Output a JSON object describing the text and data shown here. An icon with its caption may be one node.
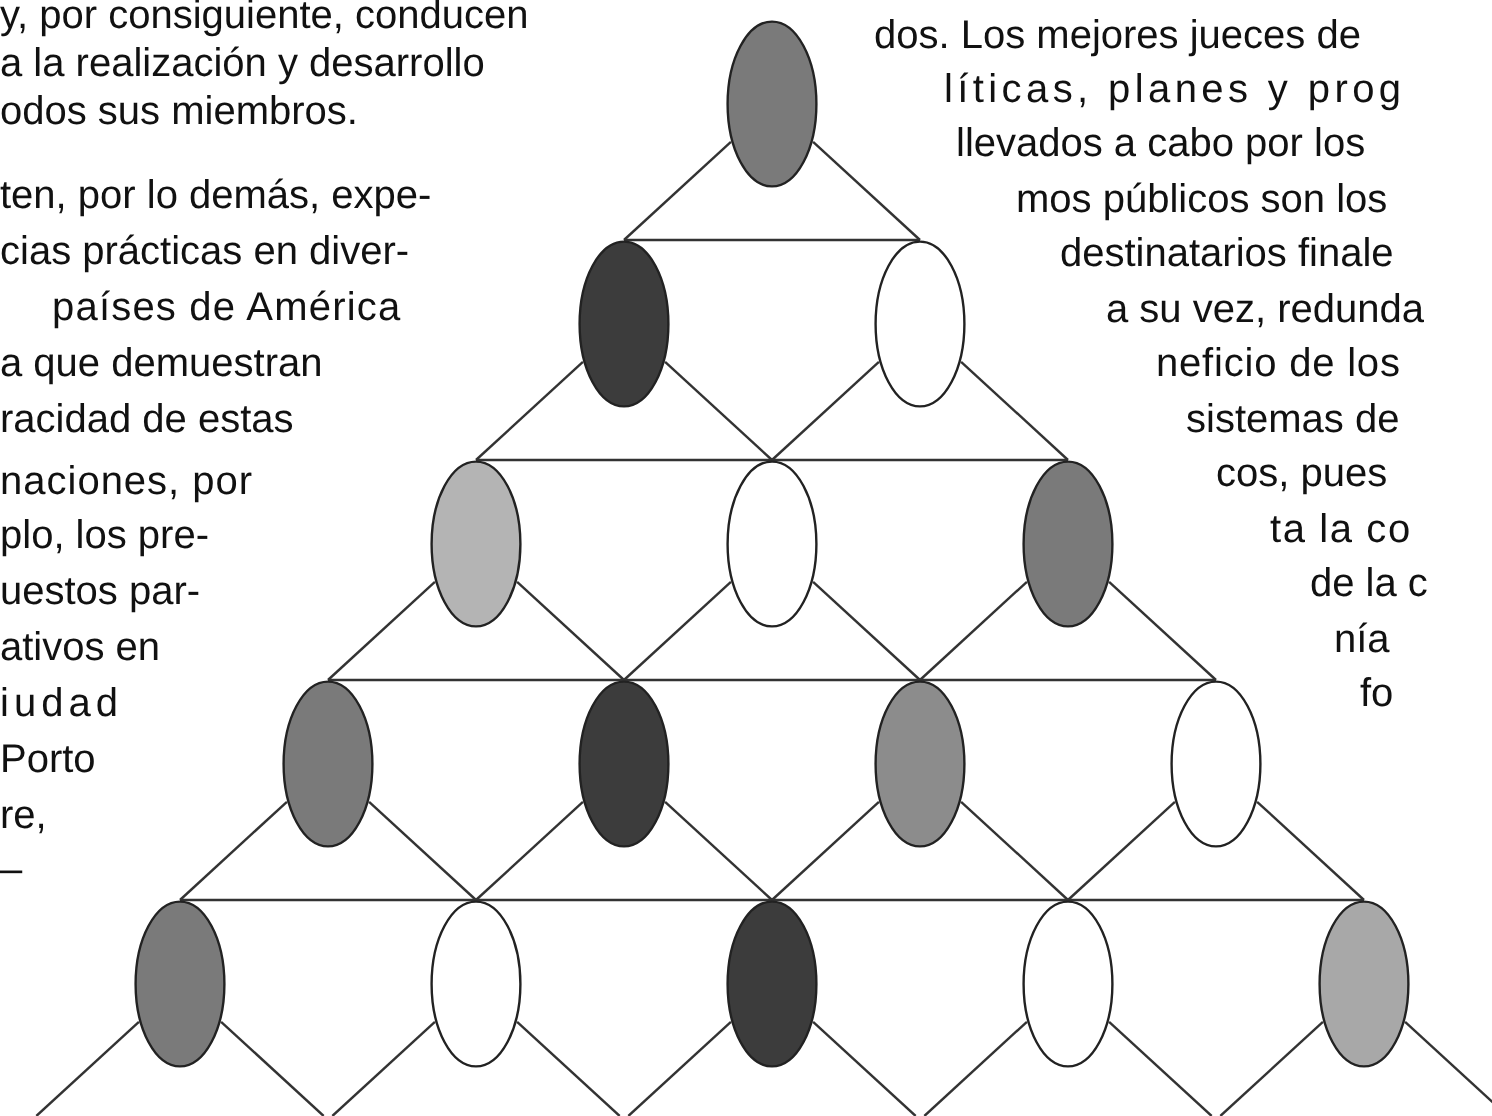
{
  "diagram": {
    "nodes": [
      {
        "text": [],
        "shape": "ellipse"
      },
      {
        "text": [],
        "shape": "ellipse"
      },
      {
        "text": [],
        "shape": "ellipse"
      },
      {
        "text": [],
        "shape": "ellipse"
      },
      {
        "text": [],
        "shape": "ellipse"
      },
      {
        "text": [],
        "shape": "ellipse"
      },
      {
        "text": [],
        "shape": "ellipse"
      },
      {
        "text": [],
        "shape": "ellipse"
      },
      {
        "text": [],
        "shape": "ellipse"
      },
      {
        "text": [],
        "shape": "ellipse"
      },
      {
        "text": [],
        "shape": "ellipse"
      },
      {
        "text": [],
        "shape": "ellipse"
      },
      {
        "text": [],
        "shape": "ellipse"
      },
      {
        "text": [],
        "shape": "ellipse"
      },
      {
        "text": [],
        "shape": "ellipse"
      }
    ],
    "edges": [
      {
        "from": 0,
        "to": 1,
        "arrow": "none"
      },
      {
        "from": 0,
        "to": 2,
        "arrow": "none"
      },
      {
        "from": 1,
        "to": 2,
        "arrow": "none"
      },
      {
        "from": 1,
        "to": 3,
        "arrow": "none"
      },
      {
        "from": 1,
        "to": 4,
        "arrow": "none"
      },
      {
        "from": 2,
        "to": 4,
        "arrow": "none"
      },
      {
        "from": 2,
        "to": 5,
        "arrow": "none"
      },
      {
        "from": 3,
        "to": 4,
        "arrow": "none"
      },
      {
        "from": 4,
        "to": 5,
        "arrow": "none"
      },
      {
        "from": 3,
        "to": 6,
        "arrow": "none"
      },
      {
        "from": 3,
        "to": 7,
        "arrow": "none"
      },
      {
        "from": 4,
        "to": 7,
        "arrow": "none"
      },
      {
        "from": 4,
        "to": 8,
        "arrow": "none"
      },
      {
        "from": 5,
        "to": 8,
        "arrow": "none"
      },
      {
        "from": 5,
        "to": 9,
        "arrow": "none"
      },
      {
        "from": 6,
        "to": 7,
        "arrow": "none"
      },
      {
        "from": 7,
        "to": 8,
        "arrow": "none"
      },
      {
        "from": 8,
        "to": 9,
        "arrow": "none"
      },
      {
        "from": 6,
        "to": 10,
        "arrow": "none"
      },
      {
        "from": 6,
        "to": 11,
        "arrow": "none"
      },
      {
        "from": 7,
        "to": 11,
        "arrow": "none"
      },
      {
        "from": 7,
        "to": 12,
        "arrow": "none"
      },
      {
        "from": 8,
        "to": 12,
        "arrow": "none"
      },
      {
        "from": 8,
        "to": 13,
        "arrow": "none"
      },
      {
        "from": 9,
        "to": 13,
        "arrow": "none"
      },
      {
        "from": 9,
        "to": 14,
        "arrow": "none"
      },
      {
        "from": 10,
        "to": 11,
        "arrow": "none"
      },
      {
        "from": 11,
        "to": 12,
        "arrow": "none"
      },
      {
        "from": 12,
        "to": 13,
        "arrow": "none"
      },
      {
        "from": 13,
        "to": 14,
        "arrow": "none"
      },
      {
        "from": 10,
        "to": null,
        "arrow": "none"
      },
      {
        "from": 10,
        "to": null,
        "arrow": "none"
      },
      {
        "from": 11,
        "to": null,
        "arrow": "none"
      },
      {
        "from": 11,
        "to": null,
        "arrow": "none"
      },
      {
        "from": 12,
        "to": null,
        "arrow": "none"
      },
      {
        "from": 12,
        "to": null,
        "arrow": "none"
      },
      {
        "from": 13,
        "to": null,
        "arrow": "none"
      },
      {
        "from": 13,
        "to": null,
        "arrow": "none"
      },
      {
        "from": 14,
        "to": null,
        "arrow": "none"
      },
      {
        "from": 14,
        "to": null,
        "arrow": "none"
      }
    ],
    "labels": [
      "y, por consiguiente, conducen",
      "a la realización y desarrollo",
      "odos sus miembros.",
      "ten, por lo demás, expe-",
      "cias prácticas en diver-",
      "países de América",
      "a que demuestran",
      "racidad de estas",
      "naciones, por",
      "plo, los pre-",
      "uestos par-",
      "ativos en",
      "iudad",
      "Porto",
      "re,",
      "–",
      "dos. Los mejores jueces de",
      "líticas, planes y prog",
      "llevados a cabo por los",
      "mos públicos son los",
      "destinatarios finale",
      "a su vez, redunda",
      "neficio de los",
      "sistemas de",
      "cos, pues",
      "ta la co",
      "de la c",
      "nía",
      "fo"
    ]
  }
}
